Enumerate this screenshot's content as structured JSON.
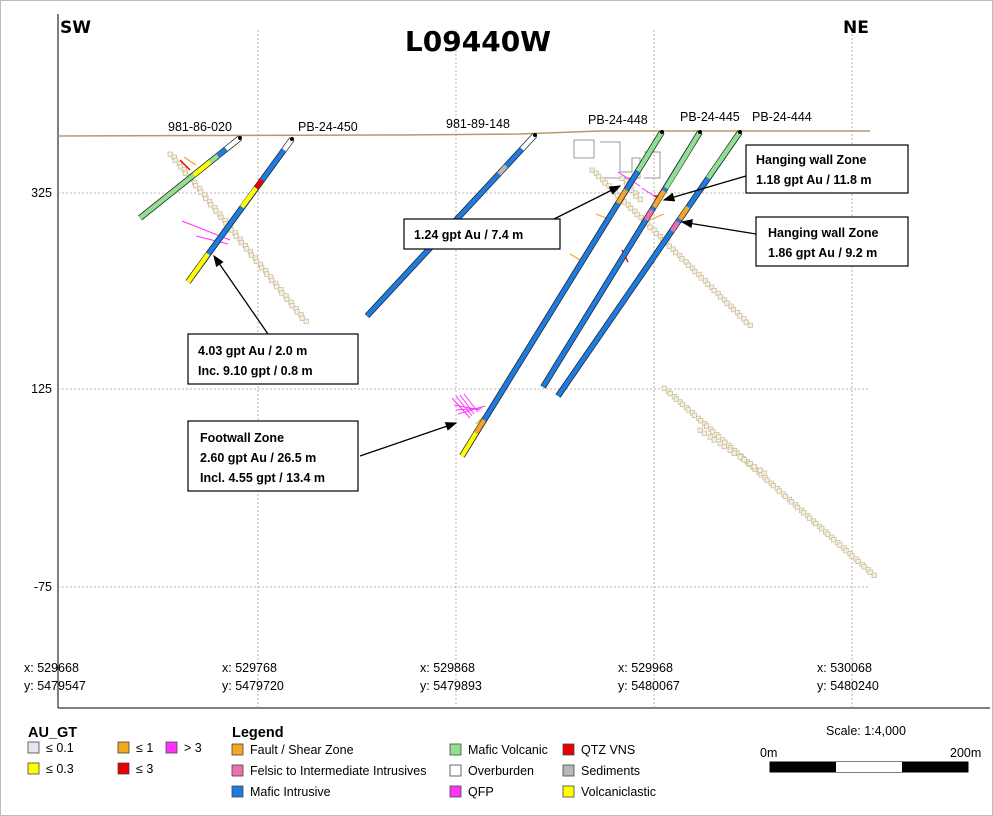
{
  "section": {
    "title": "L09440W",
    "dir_left": "SW",
    "dir_right": "NE"
  },
  "elevation_ticks": [
    "325",
    "125",
    "-75"
  ],
  "grid_coords": [
    {
      "x": "x: 529668",
      "y": "y: 5479547"
    },
    {
      "x": "x: 529768",
      "y": "y: 5479720"
    },
    {
      "x": "x: 529868",
      "y": "y: 5479893"
    },
    {
      "x": "x: 529968",
      "y": "y: 5480067"
    },
    {
      "x": "x: 530068",
      "y": "y: 5480240"
    }
  ],
  "holes": [
    {
      "name": "981-86-020"
    },
    {
      "name": "PB-24-450"
    },
    {
      "name": "981-89-148"
    },
    {
      "name": "PB-24-448"
    },
    {
      "name": "PB-24-445"
    },
    {
      "name": "PB-24-444"
    }
  ],
  "callouts": [
    {
      "lines": [
        "Hanging wall Zone",
        "1.18 gpt Au / 11.8 m"
      ]
    },
    {
      "lines": [
        "Hanging wall Zone",
        "1.86 gpt Au / 9.2 m"
      ]
    },
    {
      "lines": [
        "1.24 gpt Au / 7.4 m"
      ]
    },
    {
      "lines": [
        "4.03 gpt Au / 2.0 m",
        "Inc. 9.10 gpt / 0.8 m"
      ]
    },
    {
      "lines": [
        "Footwall Zone",
        "2.60 gpt Au / 26.5 m",
        "Incl. 4.55 gpt / 13.4 m"
      ]
    }
  ],
  "au_legend": {
    "title": "AU_GT",
    "items": [
      {
        "label": "≤ 0.1",
        "color": "#e6e6f0"
      },
      {
        "label": "≤ 1",
        "color": "#f5a623"
      },
      {
        "label": "> 3",
        "color": "#ff33ff"
      },
      {
        "label": "≤ 0.3",
        "color": "#ffff00"
      },
      {
        "label": "≤ 3",
        "color": "#e60000"
      }
    ]
  },
  "legend": {
    "title": "Legend",
    "items": [
      {
        "label": "Fault / Shear Zone",
        "color": "#f5a623"
      },
      {
        "label": "Felsic to Intermediate Intrusives",
        "color": "#ef6fb0"
      },
      {
        "label": "Mafic Intrusive",
        "color": "#1e7be0"
      },
      {
        "label": "Mafic Volcanic",
        "color": "#90e090"
      },
      {
        "label": "Overburden",
        "color": "#ffffff"
      },
      {
        "label": "QFP",
        "color": "#ff33ff"
      },
      {
        "label": "QTZ VNS",
        "color": "#e60000"
      },
      {
        "label": "Sediments",
        "color": "#b8b8b8"
      },
      {
        "label": "Volcaniclastic",
        "color": "#ffff00"
      }
    ]
  },
  "scale": {
    "text": "Scale: 1:4,000",
    "left": "0m",
    "right": "200m"
  },
  "colors": {
    "mafic_intrusive": "#1e7be0",
    "mafic_volcanic": "#90e090",
    "volcaniclastic": "#ffff00",
    "topography": "#b89a6a",
    "grid": "#a0a0a0",
    "sample_box": "#c8b890"
  }
}
